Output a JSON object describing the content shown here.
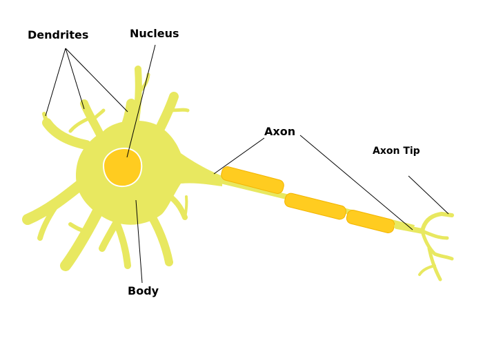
{
  "labels": {
    "dendrites": "Dendrites",
    "nucleus": "Nucleus",
    "axon": "Axon",
    "axon_tip": "Axon Tip",
    "body": "Body"
  },
  "colors": {
    "cell": "#e8e860",
    "nucleus": "#ffcc20",
    "myelin": "#ffcc20",
    "myelin_edge": "#f2b400",
    "line": "#000000",
    "background": "#ffffff"
  }
}
